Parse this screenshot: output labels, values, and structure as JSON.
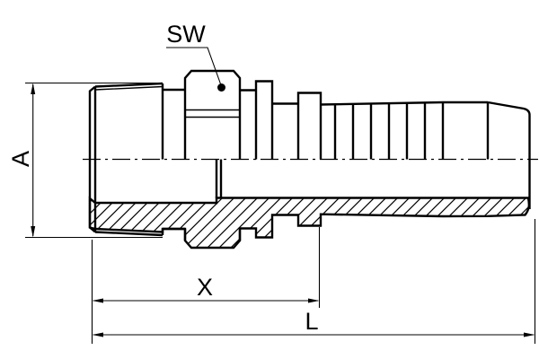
{
  "drawing": {
    "type": "technical-drawing-hose-nipple-half-section",
    "colors": {
      "line": "#000000",
      "background": "#ffffff"
    },
    "labels": {
      "wrench_size": "SW",
      "diameter": "A",
      "insert_length": "X",
      "overall_length": "L"
    }
  }
}
